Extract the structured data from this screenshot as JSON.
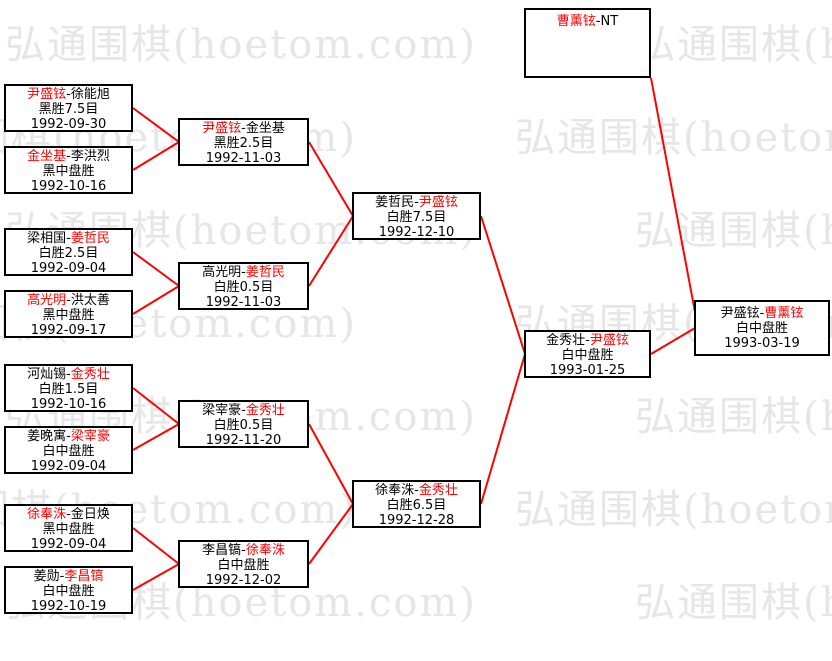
{
  "watermark": {
    "text": "弘通围棋(hoetom.com)"
  },
  "ui": {
    "name_separator": "-"
  },
  "colors": {
    "winner_name": "#ff0000",
    "connector": "#ff0000",
    "box_border": "#000000",
    "normal_text": "#000000",
    "watermark": "#e6e6e6"
  },
  "matches": [
    {
      "p1": "尹盛铉",
      "p1_style": "color:#ff0000",
      "p2": "徐能旭",
      "p2_style": "color:#000000",
      "result": "黑胜7.5目",
      "date": "1992-09-30"
    },
    {
      "p1": "金坐基",
      "p1_style": "color:#ff0000",
      "p2": "李洪烈",
      "p2_style": "color:#000000",
      "result": "黑中盘胜",
      "date": "1992-10-16"
    },
    {
      "p1": "梁相国",
      "p1_style": "color:#000000",
      "p2": "姜哲民",
      "p2_style": "color:#ff0000",
      "result": "白胜2.5目",
      "date": "1992-09-04"
    },
    {
      "p1": "高光明",
      "p1_style": "color:#ff0000",
      "p2": "洪太善",
      "p2_style": "color:#000000",
      "result": "黑中盘胜",
      "date": "1992-09-17"
    },
    {
      "p1": "河灿锡",
      "p1_style": "color:#000000",
      "p2": "金秀壮",
      "p2_style": "color:#ff0000",
      "result": "白胜1.5目",
      "date": "1992-10-16"
    },
    {
      "p1": "姜晚寓",
      "p1_style": "color:#000000",
      "p2": "梁宰豪",
      "p2_style": "color:#ff0000",
      "result": "白中盘胜",
      "date": "1992-09-04"
    },
    {
      "p1": "徐奉洙",
      "p1_style": "color:#ff0000",
      "p2": "金日焕",
      "p2_style": "color:#000000",
      "result": "黑中盘胜",
      "date": "1992-09-04"
    },
    {
      "p1": "姜勋",
      "p1_style": "color:#000000",
      "p2": "李昌镐",
      "p2_style": "color:#ff0000",
      "result": "白中盘胜",
      "date": "1992-10-19"
    },
    {
      "p1": "尹盛铉",
      "p1_style": "color:#ff0000",
      "p2": "金坐基",
      "p2_style": "color:#000000",
      "result": "黑胜2.5目",
      "date": "1992-11-03"
    },
    {
      "p1": "高光明",
      "p1_style": "color:#000000",
      "p2": "姜哲民",
      "p2_style": "color:#ff0000",
      "result": "白胜0.5目",
      "date": "1992-11-03"
    },
    {
      "p1": "梁宰豪",
      "p1_style": "color:#000000",
      "p2": "金秀壮",
      "p2_style": "color:#ff0000",
      "result": "白胜0.5目",
      "date": "1992-11-20"
    },
    {
      "p1": "李昌镐",
      "p1_style": "color:#000000",
      "p2": "徐奉洙",
      "p2_style": "color:#ff0000",
      "result": "白中盘胜",
      "date": "1992-12-02"
    },
    {
      "p1": "姜哲民",
      "p1_style": "color:#000000",
      "p2": "尹盛铉",
      "p2_style": "color:#ff0000",
      "result": "白胜7.5目",
      "date": "1992-12-10"
    },
    {
      "p1": "徐奉洙",
      "p1_style": "color:#000000",
      "p2": "金秀壮",
      "p2_style": "color:#ff0000",
      "result": "白胜6.5目",
      "date": "1992-12-28"
    },
    {
      "p1": "金秀壮",
      "p1_style": "color:#000000",
      "p2": "尹盛铉",
      "p2_style": "color:#ff0000",
      "result": "白中盘胜",
      "date": "1993-01-25"
    },
    {
      "p1": "曹薰铉",
      "p1_style": "color:#ff0000",
      "p2": "NT",
      "p2_style": "color:#000000",
      "result": "",
      "date": ""
    },
    {
      "p1": "尹盛铉",
      "p1_style": "color:#000000",
      "p2": "曹薰铉",
      "p2_style": "color:#ff0000",
      "result": "白中盘胜",
      "date": "1993-03-19"
    }
  ]
}
